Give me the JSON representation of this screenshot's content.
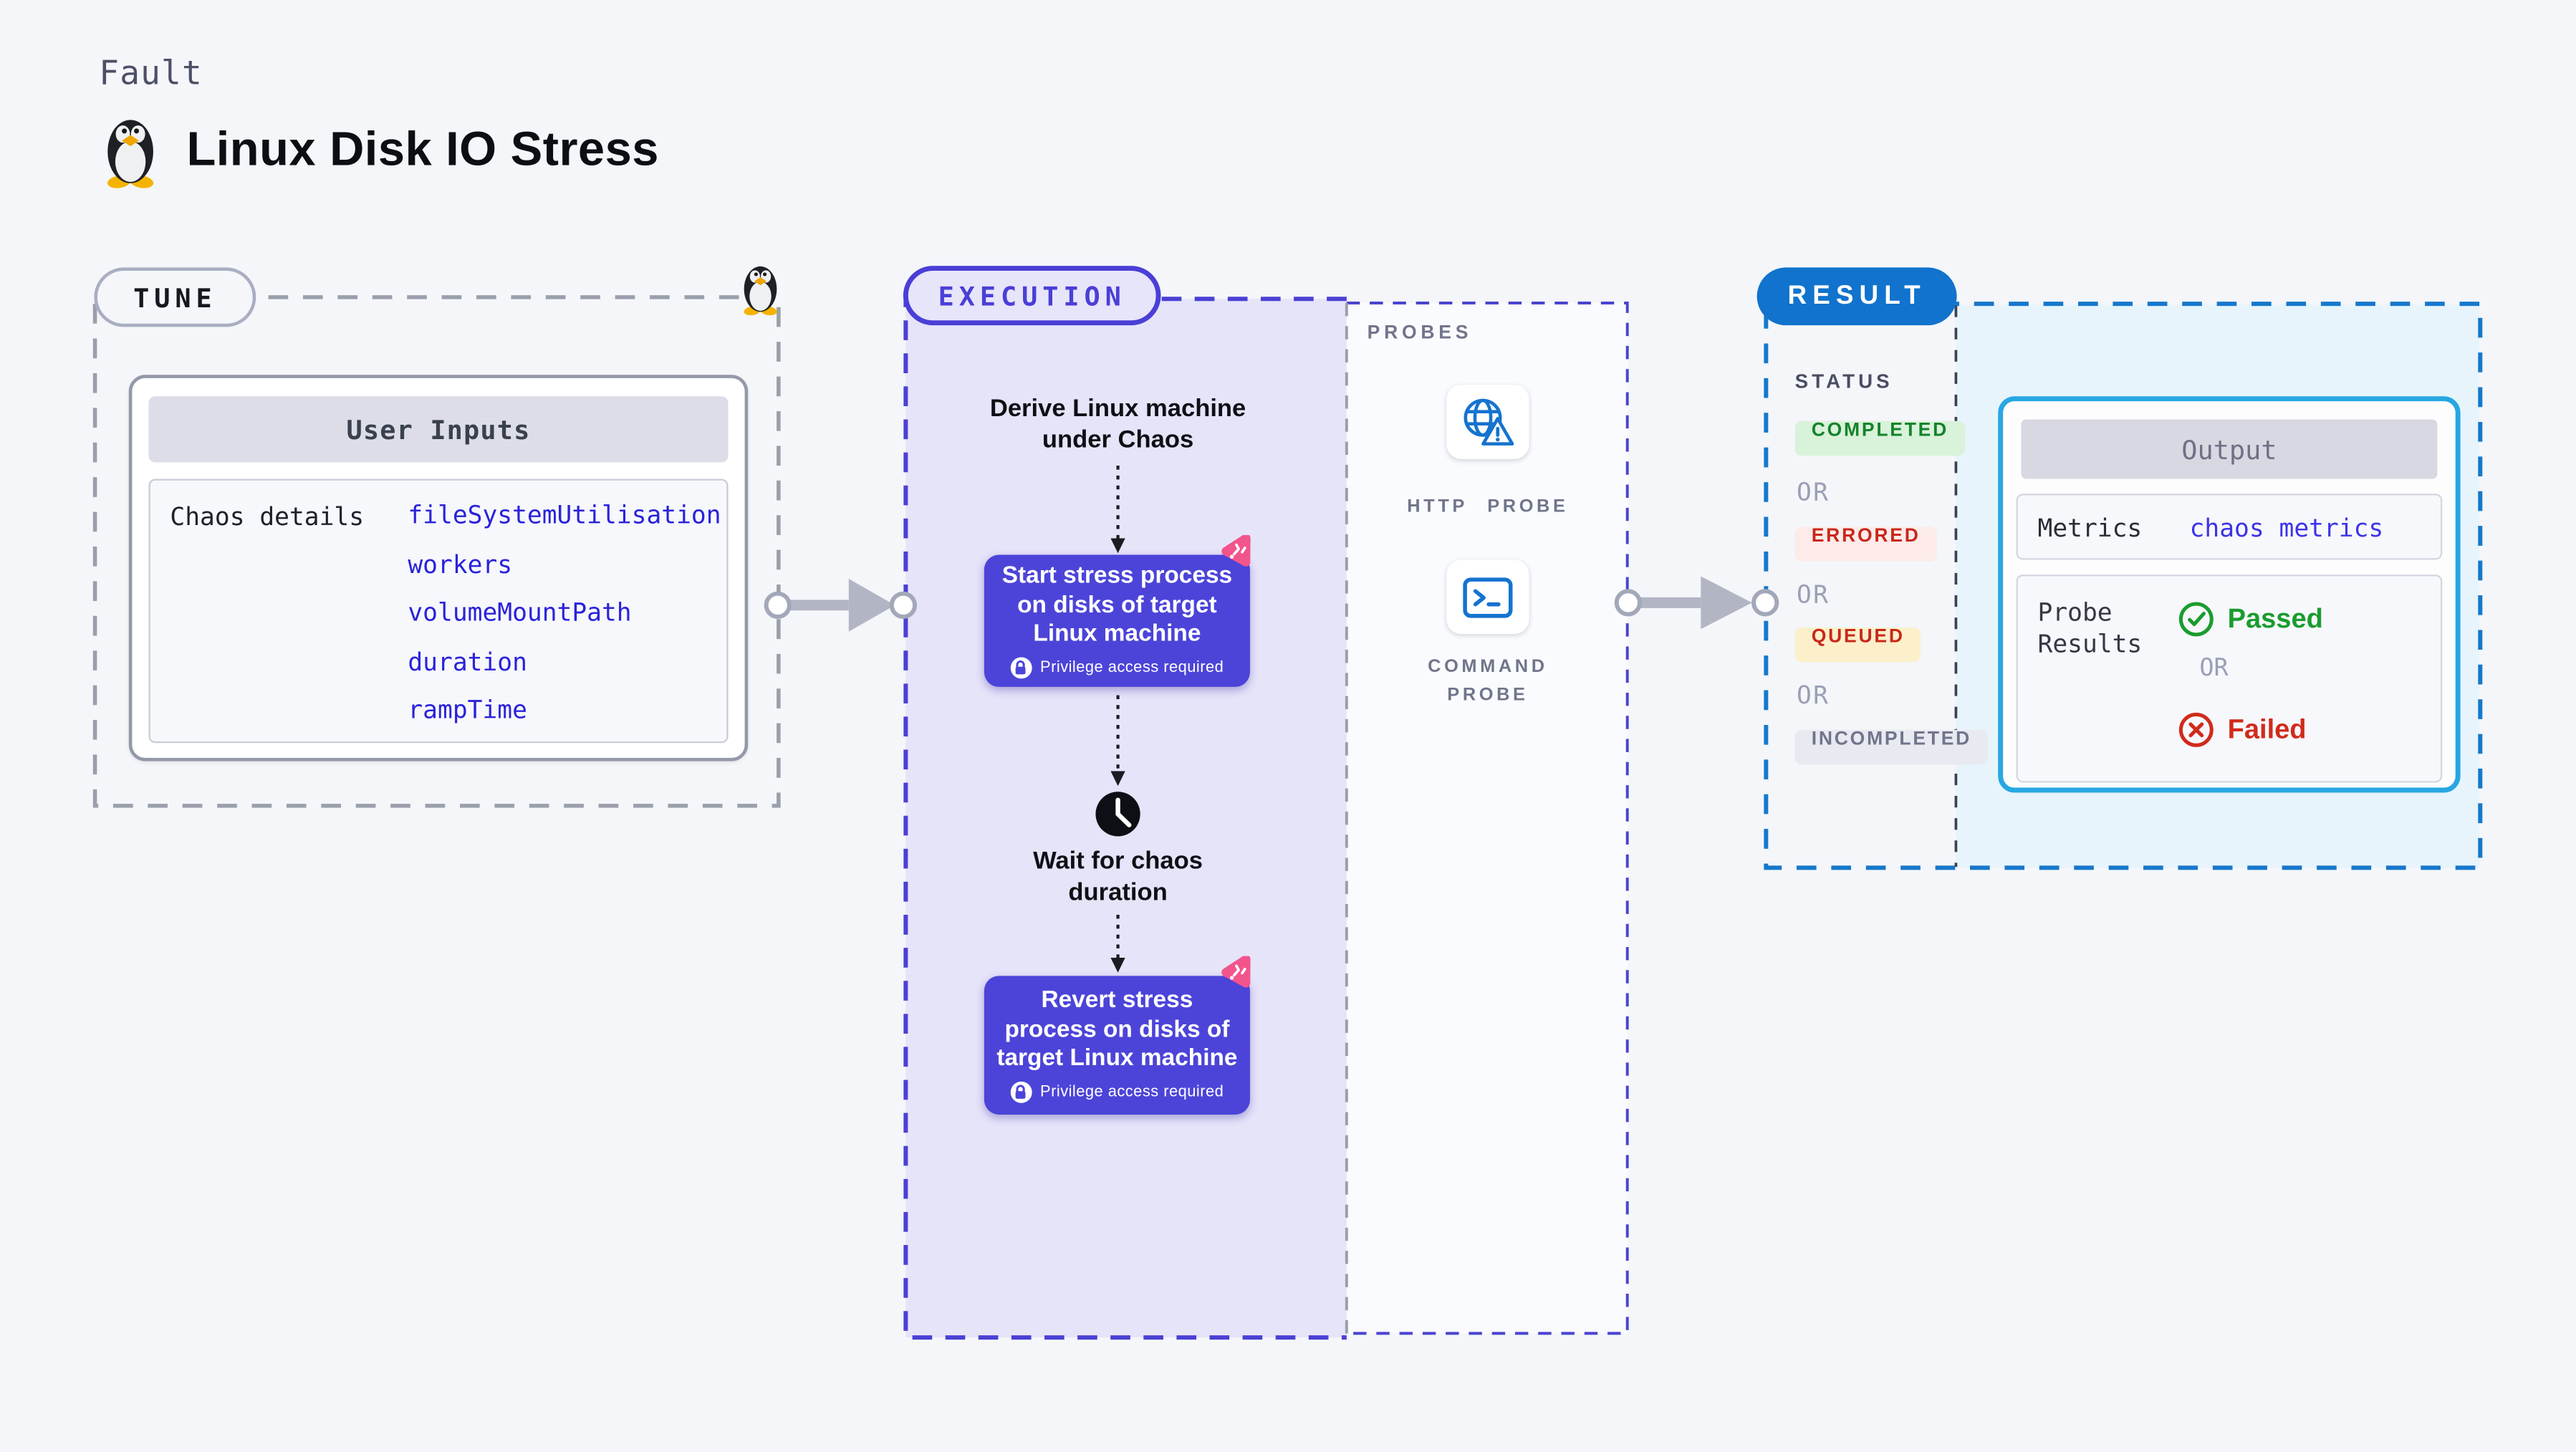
{
  "header": {
    "eyebrow": "Fault",
    "title": "Linux Disk IO Stress"
  },
  "tune": {
    "badge": "TUNE",
    "user_inputs": {
      "title": "User Inputs",
      "row_label": "Chaos details",
      "values": [
        "fileSystemUtilisation",
        "workers",
        "volumeMountPath",
        "duration",
        "rampTime"
      ]
    }
  },
  "execution": {
    "badge": "EXECUTION",
    "derive_lines": [
      "Derive Linux machine",
      "under Chaos"
    ],
    "start_step": {
      "lines": [
        "Start stress process",
        "on disks of target",
        "Linux machine"
      ],
      "note": "Privilege access required"
    },
    "wait_lines": [
      "Wait for chaos",
      "duration"
    ],
    "revert_step": {
      "lines": [
        "Revert stress",
        "process on disks of",
        "target Linux machine"
      ],
      "note": "Privilege access required"
    }
  },
  "probes": {
    "label": "PROBES",
    "http_label": "HTTP PROBE",
    "command_label": "COMMAND PROBE"
  },
  "result": {
    "badge": "RESULT",
    "status_label": "STATUS",
    "or_label": "OR",
    "statuses": [
      {
        "label": "COMPLETED",
        "bg": "#d9f2da",
        "fg": "#15832a"
      },
      {
        "label": "ERRORED",
        "bg": "#fcebe9",
        "fg": "#c9271b"
      },
      {
        "label": "QUEUED",
        "bg": "#fbf0ca",
        "fg": "#c9271b"
      },
      {
        "label": "INCOMPLETED",
        "bg": "#e8e9f1",
        "fg": "#70758c"
      }
    ],
    "output": {
      "title": "Output",
      "metrics_label": "Metrics",
      "metrics_value": "chaos metrics",
      "probe_results_label": "Probe Results",
      "passed": "Passed",
      "or": "OR",
      "failed": "Failed"
    }
  },
  "colors": {
    "page_bg": "#f4f6f9",
    "indigo": "#4a3fd6",
    "step_purple": "#4c44d8",
    "lavender_fill": "#e6e4f9",
    "chaos_pink": "#f2548c",
    "result_blue": "#1173cd",
    "result_dash": "#1678cb",
    "cyan_fill": "#e7f4fc",
    "output_border": "#27a7e2",
    "probe_icon_blue": "#1573cf",
    "passed_green": "#1a9c2e",
    "failed_red": "#d02b1b",
    "gray_dash": "#999fab"
  }
}
